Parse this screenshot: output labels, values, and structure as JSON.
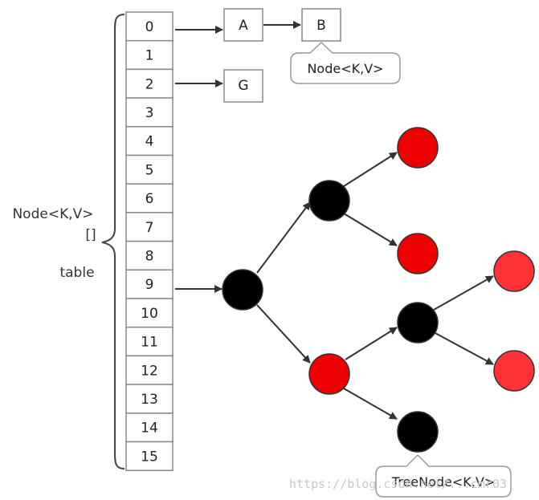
{
  "side_label": {
    "line1": "Node<K,V>",
    "line2": "[]",
    "line3": "table"
  },
  "table_indices": [
    "0",
    "1",
    "2",
    "3",
    "4",
    "5",
    "6",
    "7",
    "8",
    "9",
    "10",
    "11",
    "12",
    "13",
    "14",
    "15"
  ],
  "list_nodes": {
    "a": "A",
    "b": "B",
    "g": "G"
  },
  "callouts": {
    "node": "Node<K,V>",
    "treenode": "TreeNode<K,V>"
  },
  "watermark": "https://blog.csdn.net/...cmr03",
  "colors": {
    "red": "#ee0000",
    "black": "#000000",
    "border": "#888888",
    "arrow": "#333333"
  }
}
